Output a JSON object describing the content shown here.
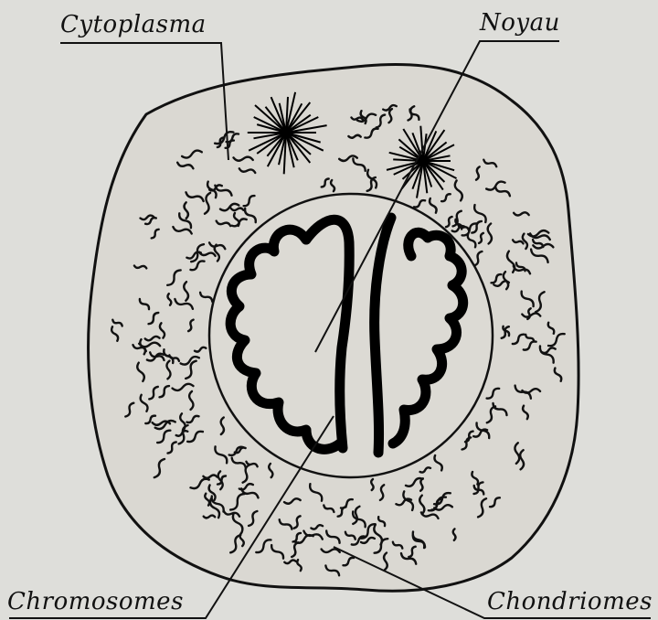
{
  "labels": {
    "cytoplasma": "Cytoplasma",
    "noyau": "Noyau",
    "chromosomes": "Chromosomes",
    "chondriomes": "Chondriomes"
  },
  "colors": {
    "ink": "#111111",
    "paper": "#dededa"
  },
  "icons": {
    "centrosomes": "asterisk-star-icon"
  }
}
